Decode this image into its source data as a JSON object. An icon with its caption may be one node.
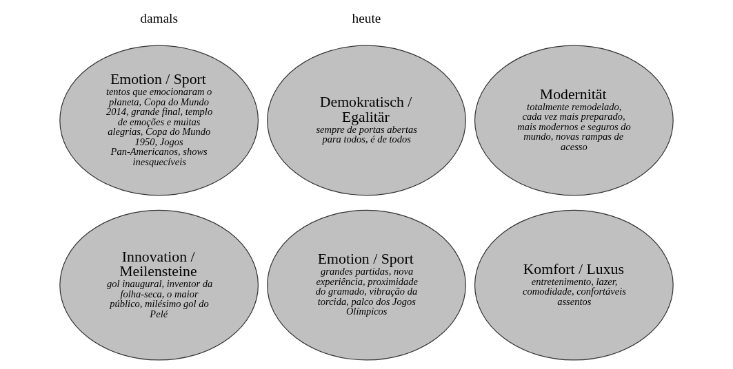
{
  "diagram": {
    "nodes": [
      {
        "text": [
          "Emotion / Sport",
          "tentos que emocionaram o planeta, Copa do Mundo 2014, grande final, templo de emoções e muitas alegrias, Copa do Mundo 1950, Jogos Pan-Americanos, shows inesquecíveis"
        ]
      },
      {
        "text": [
          "Demokratisch / Egalitär",
          "sempre de portas abertas para todos, é de todos"
        ]
      },
      {
        "text": [
          "Modernität",
          "totalmente remodelado, cada vez mais preparado, mais modernos e seguros do mundo, novas rampas de acesso"
        ]
      },
      {
        "text": [
          "Innovation / Meilensteine",
          "gol inaugural, inventor da folha-seca, o maior público, milésimo gol do Pelé"
        ]
      },
      {
        "text": [
          "Emotion / Sport",
          "grandes partidas, nova experiência, proximidade do gramado, vibração da torcida, palco dos Jogos Olímpicos"
        ]
      },
      {
        "text": [
          "Komfort / Luxus",
          "entretenimento, lazer, comodidade, confortáveis assentos"
        ]
      }
    ],
    "labels": [
      "damals",
      "heute"
    ]
  }
}
